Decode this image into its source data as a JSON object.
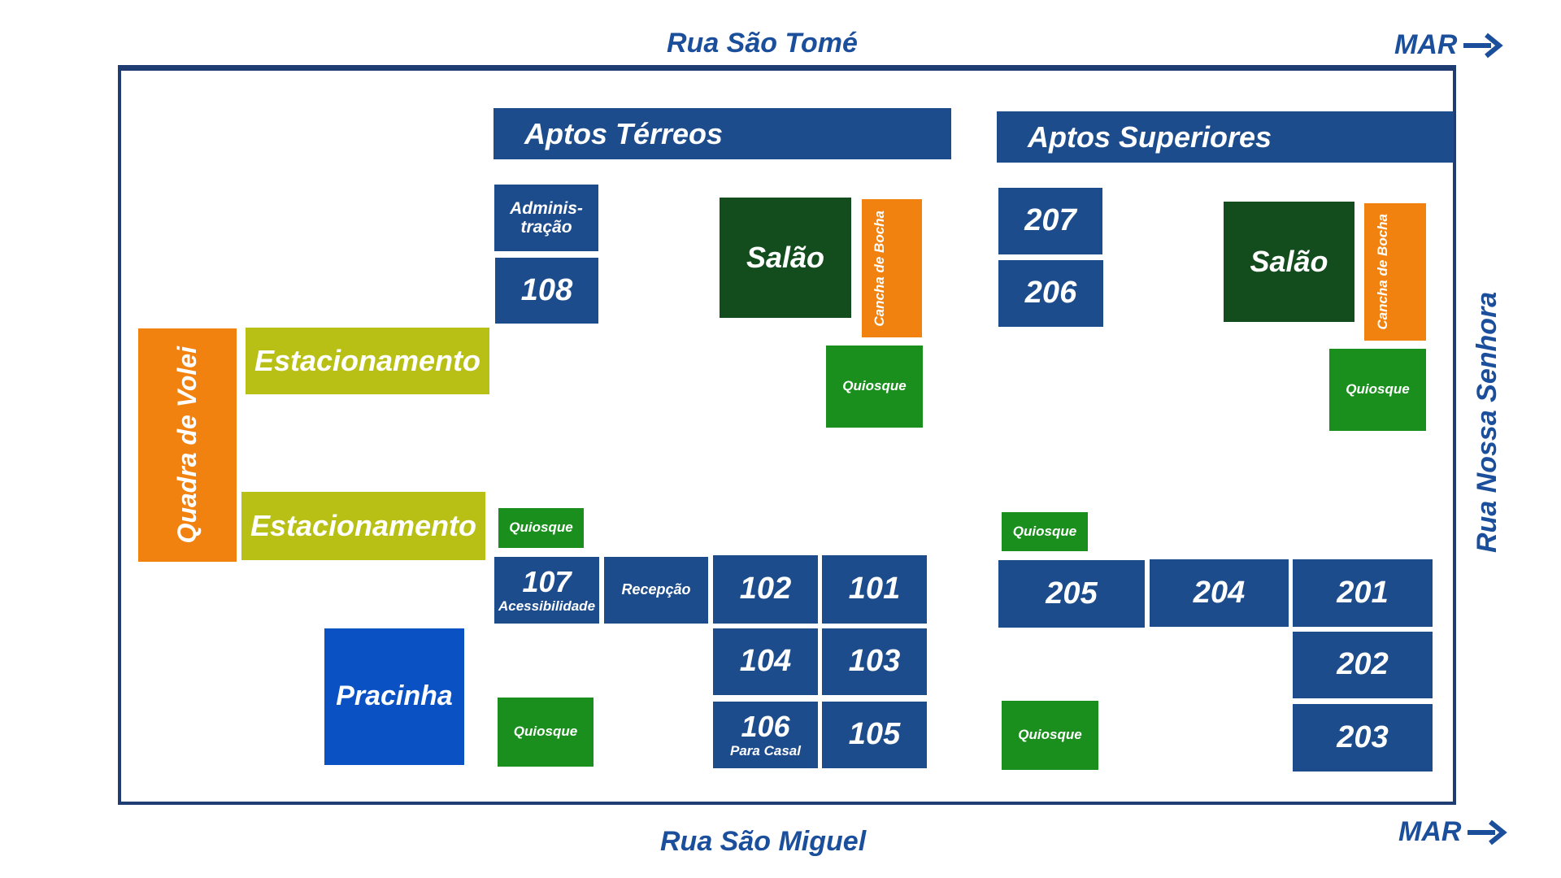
{
  "streets": {
    "top": "Rua São Tomé",
    "bottom": "Rua São Miguel",
    "right": "Rua Nossa Senhora"
  },
  "sea": {
    "top": "MAR",
    "bottom": "MAR",
    "arrow_icon": "arrow-right-icon"
  },
  "colors": {
    "navy": "#1c4c8c",
    "dark_green": "#134d1e",
    "green": "#1a8f1d",
    "orange": "#f2820f",
    "olive": "#b8c016",
    "blue": "#0a52c4",
    "street_text": "#1b4f9c"
  },
  "left_area": {
    "volleyball": "Quadra de Volei",
    "parking_1": "Estacionamento",
    "parking_2": "Estacionamento",
    "square": "Pracinha"
  },
  "ground": {
    "header": "Aptos Térreos",
    "admin": "Adminis-\ntração",
    "u108": "108",
    "hall": "Salão",
    "bocce": "Cancha de Bocha",
    "kiosk_top": "Quiosque",
    "kiosk_mid": "Quiosque",
    "u107": "107",
    "u107_note": "Acessibilidade",
    "reception": "Recepção",
    "u102": "102",
    "u101": "101",
    "u104": "104",
    "u103": "103",
    "u106": "106",
    "u106_note": "Para Casal",
    "u105": "105",
    "kiosk_bottom": "Quiosque"
  },
  "upper": {
    "header": "Aptos Superiores",
    "u207": "207",
    "u206": "206",
    "hall": "Salão",
    "bocce": "Cancha de Bocha",
    "kiosk_top": "Quiosque",
    "kiosk_mid": "Quiosque",
    "u205": "205",
    "u204": "204",
    "u201": "201",
    "u202": "202",
    "u203": "203",
    "kiosk_bottom": "Quiosque"
  }
}
